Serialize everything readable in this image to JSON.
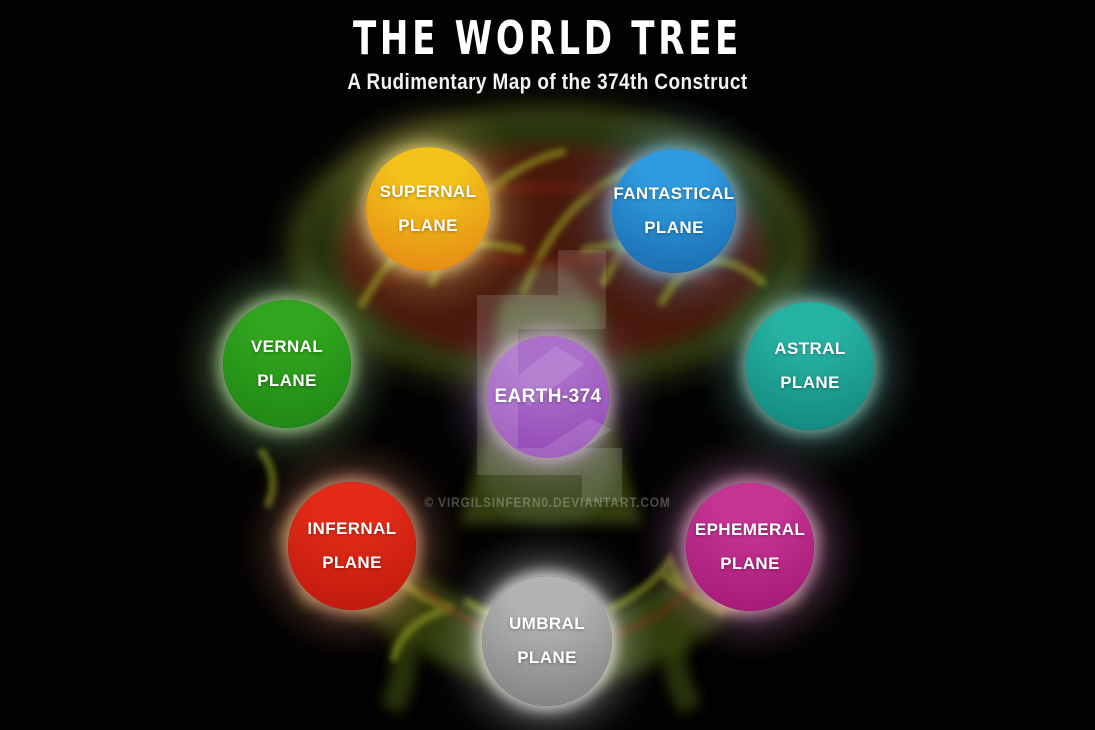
{
  "header": {
    "title": "THE WORLD TREE",
    "subtitle": "A Rudimentary Map of the 374th Construct"
  },
  "center_node": {
    "name": "Earth-374",
    "label": "EARTH-374",
    "color_top": "#aa70ca",
    "color_bottom": "#8c3bae",
    "glow_inner": "rgba(238,200,255,0.55)",
    "glow_outer": "rgba(225,175,255,0.3)"
  },
  "planes": [
    {
      "name": "Supernal Plane",
      "line1": "SUPERNAL",
      "line2": "PLANE",
      "color_top": "#f3c31c",
      "color_bottom": "#e0790f",
      "glow_inner": "rgba(255,232,150,0.6)",
      "glow_outer": "rgba(255,220,120,0.32)"
    },
    {
      "name": "Fantastical Plane",
      "line1": "FANTASTICAL",
      "line2": "PLANE",
      "color_top": "#2f9ade",
      "color_bottom": "#1460a2",
      "glow_inner": "rgba(150,220,255,0.55)",
      "glow_outer": "rgba(120,200,255,0.3)"
    },
    {
      "name": "Vernal Plane",
      "line1": "VERNAL",
      "line2": "PLANE",
      "color_top": "#31a51d",
      "color_bottom": "#1a7d12",
      "glow_inner": "rgba(205,255,185,0.6)",
      "glow_outer": "rgba(180,255,160,0.32)"
    },
    {
      "name": "Astral Plane",
      "line1": "ASTRAL",
      "line2": "PLANE",
      "color_top": "#26b2a3",
      "color_bottom": "#0d7b72",
      "glow_inner": "rgba(165,245,230,0.55)",
      "glow_outer": "rgba(140,235,220,0.3)"
    },
    {
      "name": "Infernal Plane",
      "line1": "INFERNAL",
      "line2": "PLANE",
      "color_top": "#e32b18",
      "color_bottom": "#b4150a",
      "glow_inner": "rgba(255,185,150,0.6)",
      "glow_outer": "rgba(255,160,120,0.32)"
    },
    {
      "name": "Ephemeral Plane",
      "line1": "EPHEMERAL",
      "line2": "PLANE",
      "color_top": "#c43492",
      "color_bottom": "#9c116e",
      "glow_inner": "rgba(255,180,230,0.6)",
      "glow_outer": "rgba(255,160,220,0.34)"
    },
    {
      "name": "Umbral Plane",
      "line1": "UMBRAL",
      "line2": "PLANE",
      "color_top": "#b2b2b2",
      "color_bottom": "#737373",
      "glow_inner": "rgba(255,255,255,0.7)",
      "glow_outer": "rgba(255,255,255,0.35)"
    }
  ],
  "watermark": {
    "text": "© VIRGILSINFERN0.DEVIANTART.COM",
    "logo_icon": "deviantart-logo"
  },
  "background": {
    "art_icon": "celtic-world-tree",
    "color": "#020202"
  }
}
